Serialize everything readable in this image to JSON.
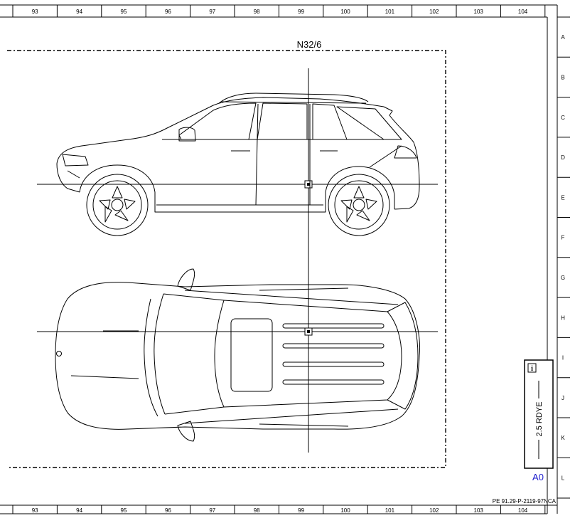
{
  "sheet": {
    "columns": [
      "93",
      "94",
      "95",
      "96",
      "97",
      "98",
      "99",
      "100",
      "101",
      "102",
      "103",
      "104"
    ],
    "rows": [
      "A",
      "B",
      "C",
      "D",
      "E",
      "F",
      "G",
      "H",
      "I",
      "J",
      "K",
      "L"
    ]
  },
  "component": {
    "label": "N32/6"
  },
  "wire_box": {
    "spec": "2.5 RDYE",
    "connector": "A0",
    "icon": "info-icon"
  },
  "footer": {
    "reference": "PE 91.29-P-2119-97NCA"
  }
}
